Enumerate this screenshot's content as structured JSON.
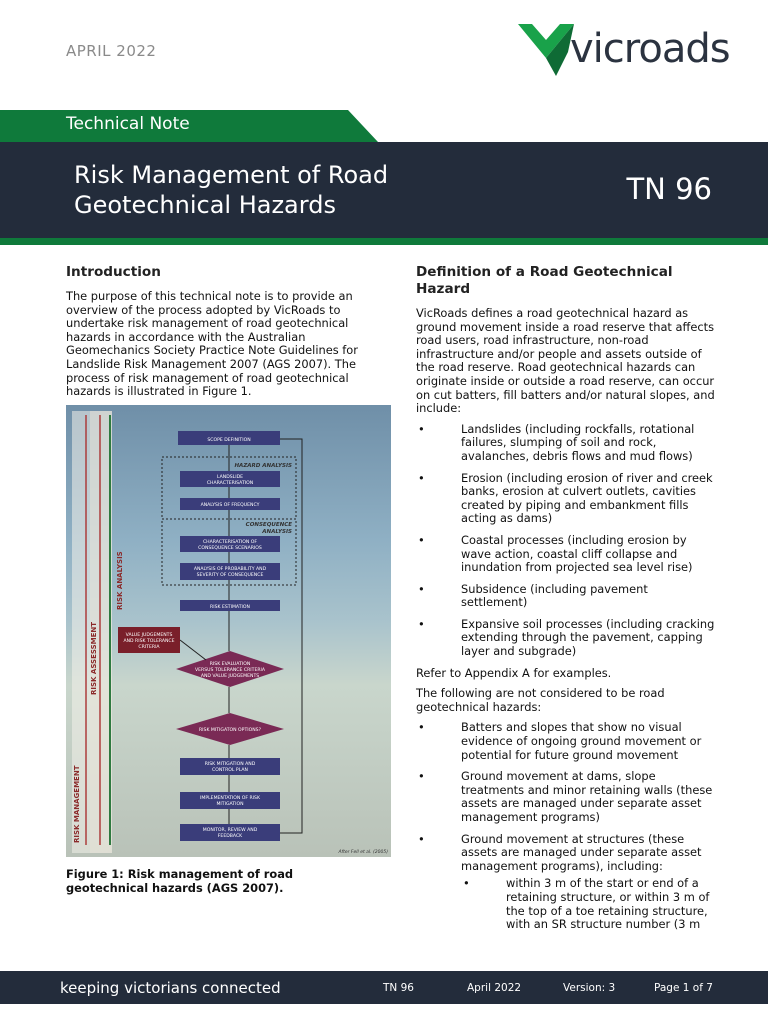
{
  "header": {
    "date": "APRIL 2022",
    "logo_text": "vicroads",
    "tab_label": "Technical Note",
    "title_line1": "Risk Management of Road",
    "title_line2": "Geotechnical Hazards",
    "tn_number": "TN 96"
  },
  "intro": {
    "heading": "Introduction",
    "body": "The purpose of this technical note is to provide an overview of the process adopted by VicRoads to undertake risk management of road geotechnical hazards in accordance with the Australian Geomechanics Society Practice Note Guidelines for Landslide Risk Management 2007 (AGS 2007). The process of risk management of road geotechnical hazards is illustrated in Figure 1."
  },
  "figure": {
    "section_labels": [
      "RISK MANAGEMENT",
      "RISK ASSESSMENT",
      "RISK ANALYSIS"
    ],
    "steps": {
      "scope": "SCOPE DEFINITION",
      "hazard_analysis": "HAZARD ANALYSIS",
      "landslide_char": [
        "LANDSLIDE",
        "CHARACTERISATION"
      ],
      "frequency": "ANALYSIS OF FREQUENCY",
      "consequence_analysis": [
        "CONSEQUENCE",
        "ANALYSIS"
      ],
      "consequence_char": [
        "CHARACTERISATION OF",
        "CONSEQUENCE SCENARIOS"
      ],
      "probability": [
        "ANALYSIS OF PROBABILITY AND",
        "SEVERITY OF CONSEQUENCE"
      ],
      "risk_estimation": "RISK ESTIMATION",
      "value_judgements": [
        "VALUE JUDGEMENTS",
        "AND RISK TOLERANCE",
        "CRITERIA"
      ],
      "risk_evaluation": [
        "RISK EVALUATION",
        "VERSUS TOLERANCE CRITERIA",
        "AND VALUE JUDGEMENTS"
      ],
      "mitigation_options": "RISK MITIGATON OPTIONS?",
      "mitigation_plan": [
        "RISK MITIGATION AND",
        "CONTROL PLAN"
      ],
      "implementation": [
        "IMPLEMENTATION OF RISK",
        "MITIGATION"
      ],
      "monitor": [
        "MONITOR, REVIEW AND",
        "FEEDBACK"
      ]
    },
    "source_note": "After Fell et al. (2005)",
    "caption": "Figure 1: Risk management  of road geotechnical hazards (AGS 2007)."
  },
  "definition": {
    "heading": "Definition of a Road Geotechnical Hazard",
    "body1": "VicRoads defines a road geotechnical hazard as ground movement inside a road reserve that affects road users, road infrastructure, non-road infrastructure and/or people and assets outside of the road reserve. Road geotechnical hazards can originate inside or outside a road reserve, can occur on cut batters, fill batters and/or natural slopes, and include:",
    "bullets": [
      "Landslides (including rockfalls, rotational failures, slumping of soil and rock, avalanches, debris flows and mud flows)",
      "Erosion (including erosion of river and creek banks, erosion at culvert outlets, cavities created by piping and embankment fills acting as dams)",
      "Coastal processes (including erosion by wave action, coastal cliff collapse and inundation from projected sea level rise)",
      "Subsidence (including pavement settlement)",
      "Expansive soil processes (including cracking extending through the pavement, capping layer and subgrade)"
    ],
    "appendix": "Refer to Appendix A for examples.",
    "body2": "The following are not considered to be road geotechnical hazards:",
    "bullets2": [
      "Batters and slopes that show no visual evidence of ongoing ground movement or potential for future ground movement",
      "Ground movement at dams, slope treatments and minor retaining walls (these assets are managed under separate asset management programs)",
      "Ground movement at structures (these assets are managed under separate asset management programs), including:"
    ],
    "sub_bullet": "within 3 m of the start or end of a retaining structure, or within 3 m of the top of a toe retaining structure, with an SR structure number (3 m"
  },
  "footer": {
    "slogan": "keeping victorians connected",
    "tn": "TN 96",
    "date": "April 2022",
    "version": "Version: 3",
    "page": "Page 1 of 7"
  }
}
